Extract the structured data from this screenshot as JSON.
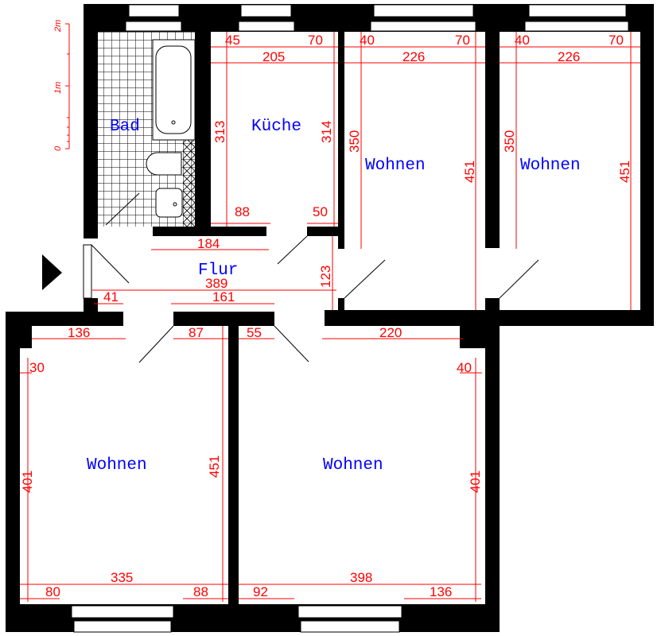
{
  "rooms": {
    "bad": "Bad",
    "kueche": "Küche",
    "wohnen_1": "Wohnen",
    "wohnen_2": "Wohnen",
    "flur": "Flur",
    "wohnen_3": "Wohnen",
    "wohnen_4": "Wohnen"
  },
  "scale_bar": {
    "zero": "0",
    "one": "1m",
    "two": "2m"
  },
  "dimensions": [
    "45",
    "70",
    "205",
    "40",
    "70",
    "226",
    "40",
    "70",
    "226",
    "313",
    "314",
    "350",
    "451",
    "350",
    "451",
    "88",
    "50",
    "184",
    "389",
    "123",
    "41",
    "161",
    "136",
    "87",
    "55",
    "220",
    "30",
    "40",
    "401",
    "451",
    "401",
    "335",
    "398",
    "80",
    "88",
    "92",
    "136"
  ],
  "colors": {
    "walls": "#000000",
    "dimensions": "#ff0000",
    "room_labels": "#0000ff"
  }
}
